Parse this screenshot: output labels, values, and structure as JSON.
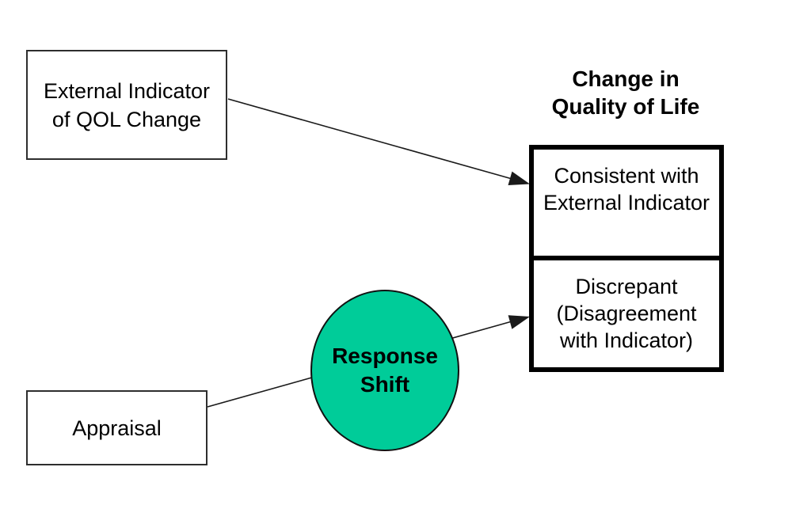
{
  "nodes": {
    "external_indicator": {
      "lines": [
        "External Indicator",
        "of QOL Change"
      ]
    },
    "appraisal": {
      "label": "Appraisal"
    },
    "response_shift": {
      "lines": [
        "Response",
        "Shift"
      ]
    }
  },
  "heading": {
    "lines": [
      "Change in",
      "Quality of Life"
    ]
  },
  "outcome": {
    "consistent_cell": {
      "lines": [
        "Consistent with",
        "External Indicator"
      ]
    },
    "discrepant_cell": {
      "lines": [
        "Discrepant",
        "(Disagreement",
        "with Indicator)"
      ]
    }
  },
  "arrows": [
    {
      "from": "external_indicator",
      "to": "consistent_cell"
    },
    {
      "from": "appraisal",
      "to": "discrepant_cell"
    }
  ],
  "colors": {
    "ellipse_fill": "#00CC99",
    "ellipse_border": "#111111",
    "box_border": "#2e2e2e",
    "outcome_border": "#000000",
    "arrow": "#1a1a1a",
    "background": "#ffffff"
  }
}
